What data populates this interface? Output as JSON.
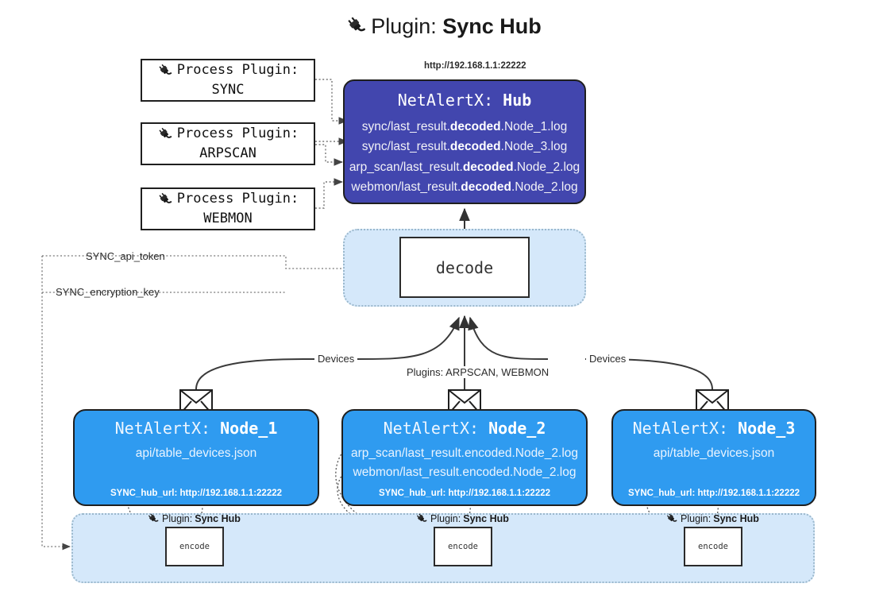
{
  "page": {
    "title_prefix": "Plugin:",
    "title_name": "Sync Hub",
    "title_icon": "plug-icon"
  },
  "colors": {
    "hub": "#4246ae",
    "node": "#2f9bf0",
    "cluster": "#d5e8fa",
    "stroke": "#1f1f1f"
  },
  "process_plugins": [
    {
      "caption": "Process Plugin:",
      "name": "SYNC",
      "icon": "plug-icon"
    },
    {
      "caption": "Process Plugin:",
      "name": "ARPSCAN",
      "icon": "plug-icon"
    },
    {
      "caption": "Process Plugin:",
      "name": "WEBMON",
      "icon": "plug-icon"
    }
  ],
  "hub": {
    "url": "http://192.168.1.1:22222",
    "title_prefix": "NetAlertX:",
    "title_name": "Hub",
    "lines": [
      {
        "pre": "sync/last_result.",
        "mid": "decoded",
        "post": ".Node_1.log"
      },
      {
        "pre": "sync/last_result.",
        "mid": "decoded",
        "post": ".Node_3.log"
      },
      {
        "pre": "arp_scan/last_result.",
        "mid": "decoded",
        "post": ".Node_2.log"
      },
      {
        "pre": "webmon/last_result.",
        "mid": "decoded",
        "post": ".Node_2.log"
      }
    ]
  },
  "decode": {
    "label": "decode"
  },
  "settings": {
    "api_token": "SYNC_api_token",
    "encryption_key": "SYNC_encryption_key"
  },
  "edge_labels": {
    "devices_left": "Devices",
    "devices_right": "Devices",
    "plugins_mid": "Plugins: ARPSCAN, WEBMON"
  },
  "nodes": [
    {
      "title_prefix": "NetAlertX:",
      "title_name": "Node_1",
      "lines": [
        "api/table_devices.json"
      ],
      "hub_url": "SYNC_hub_url: http://192.168.1.1:22222",
      "mail_icon": "envelope-icon"
    },
    {
      "title_prefix": "NetAlertX:",
      "title_name": "Node_2",
      "lines": [
        "arp_scan/last_result.encoded.Node_2.log",
        "webmon/last_result.encoded.Node_2.log"
      ],
      "hub_url": "SYNC_hub_url: http://192.168.1.1:22222",
      "mail_icon": "envelope-icon"
    },
    {
      "title_prefix": "NetAlertX:",
      "title_name": "Node_3",
      "lines": [
        "api/table_devices.json"
      ],
      "hub_url": "SYNC_hub_url: http://192.168.1.1:22222",
      "mail_icon": "envelope-icon"
    }
  ],
  "encoders": [
    {
      "plugin_prefix": "Plugin:",
      "plugin_name": "Sync Hub",
      "label": "encode",
      "icon": "plug-icon"
    },
    {
      "plugin_prefix": "Plugin:",
      "plugin_name": "Sync Hub",
      "label": "encode",
      "icon": "plug-icon"
    },
    {
      "plugin_prefix": "Plugin:",
      "plugin_name": "Sync Hub",
      "label": "encode",
      "icon": "plug-icon"
    }
  ]
}
